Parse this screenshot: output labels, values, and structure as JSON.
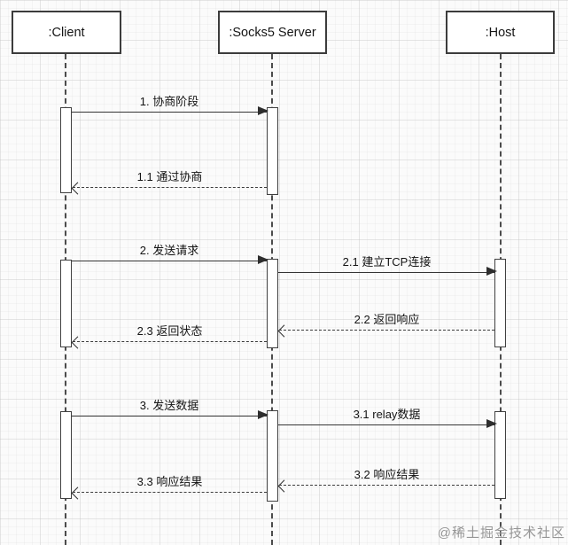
{
  "diagram": {
    "type": "uml-sequence",
    "participants": [
      {
        "id": "client",
        "label": ":Client"
      },
      {
        "id": "socks5",
        "label": ":Socks5 Server"
      },
      {
        "id": "host",
        "label": ":Host"
      }
    ],
    "messages": [
      {
        "label": "1. 协商阶段",
        "from": "client",
        "to": "socks5",
        "style": "solid"
      },
      {
        "label": "1.1 通过协商",
        "from": "socks5",
        "to": "client",
        "style": "dashed"
      },
      {
        "label": "2. 发送请求",
        "from": "client",
        "to": "socks5",
        "style": "solid"
      },
      {
        "label": "2.1 建立TCP连接",
        "from": "socks5",
        "to": "host",
        "style": "solid"
      },
      {
        "label": "2.2 返回响应",
        "from": "host",
        "to": "socks5",
        "style": "dashed"
      },
      {
        "label": "2.3 返回状态",
        "from": "socks5",
        "to": "client",
        "style": "dashed"
      },
      {
        "label": "3. 发送数据",
        "from": "client",
        "to": "socks5",
        "style": "solid"
      },
      {
        "label": "3.1 relay数据",
        "from": "socks5",
        "to": "host",
        "style": "solid"
      },
      {
        "label": "3.2 响应结果",
        "from": "host",
        "to": "socks5",
        "style": "dashed"
      },
      {
        "label": "3.3 响应结果",
        "from": "socks5",
        "to": "client",
        "style": "dashed"
      }
    ],
    "watermark": "@稀土掘金技术社区",
    "colors": {
      "line": "#353535",
      "box_border": "#3c3c3c",
      "box_fill": "#ffffff",
      "watermark": "#969696",
      "background": "#fbfbfb"
    }
  }
}
